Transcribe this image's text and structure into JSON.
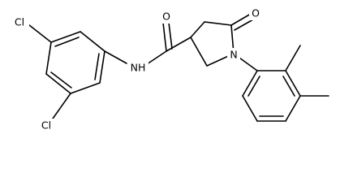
{
  "molecule": {
    "atom_labels": {
      "cl_upper": "Cl",
      "cl_lower": "Cl",
      "amide_nh": "NH",
      "amide_o": "O",
      "ketone_o": "O",
      "ring_n": "N"
    }
  }
}
